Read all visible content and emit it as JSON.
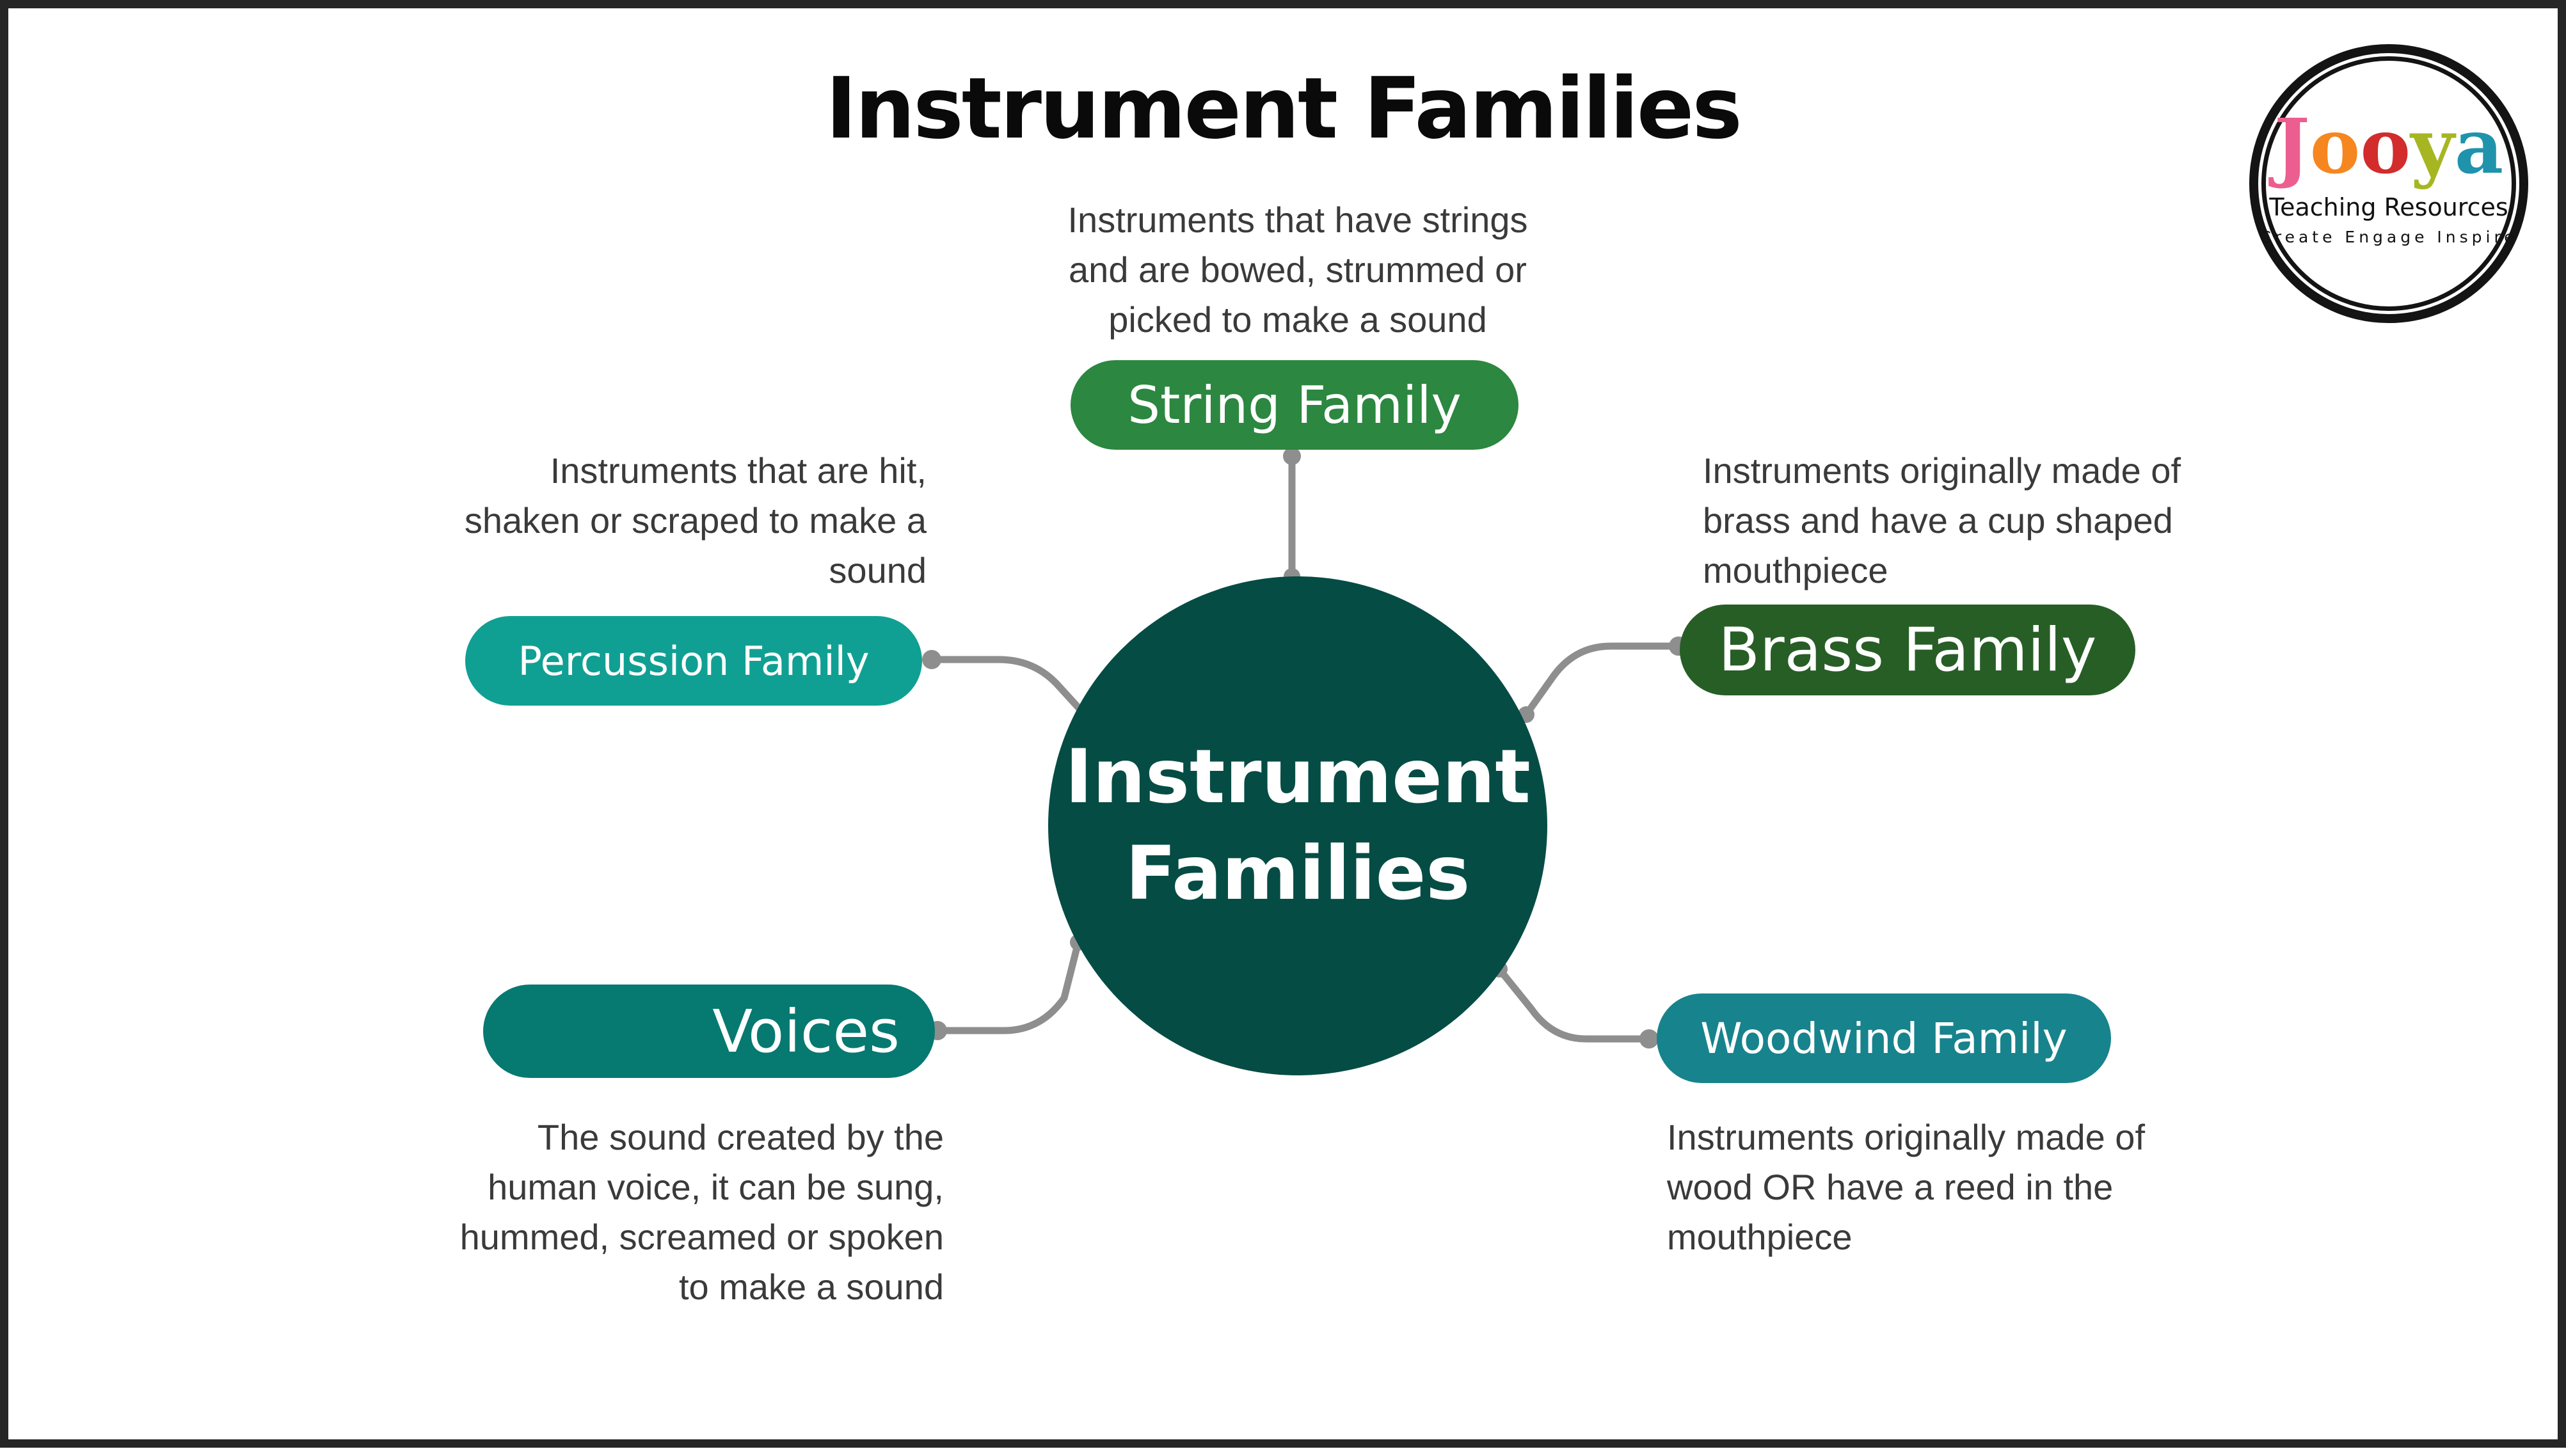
{
  "title": "Instrument Families",
  "center": {
    "line1": "Instrument",
    "line2": "Families",
    "color": "#054C44"
  },
  "connector_color": "#8E8E8E",
  "logo": {
    "letters": [
      {
        "char": "J",
        "color": "#EC5E8F"
      },
      {
        "char": "o",
        "color": "#F6861F"
      },
      {
        "char": "o",
        "color": "#D22C2C"
      },
      {
        "char": "y",
        "color": "#A6B623"
      },
      {
        "char": "a",
        "color": "#1F93AC"
      }
    ],
    "tagline1": "Teaching Resources",
    "tagline2": "Create Engage Inspire"
  },
  "nodes": [
    {
      "id": "string-family",
      "label": "String Family",
      "color": "#2C8740",
      "desc_lines": [
        "Instruments that have strings",
        "and are bowed, strummed or",
        "picked to make a sound"
      ]
    },
    {
      "id": "percussion-family",
      "label": "Percussion Family",
      "color": "#10A093",
      "desc_lines": [
        "Instruments that are hit,",
        "shaken or scraped to make a",
        "sound"
      ]
    },
    {
      "id": "brass-family",
      "label": "Brass Family",
      "color": "#275E26",
      "desc_lines": [
        "Instruments originally made of",
        "brass and have a cup shaped",
        "mouthpiece"
      ]
    },
    {
      "id": "voices",
      "label": "Voices",
      "color": "#067971",
      "desc_lines": [
        "The sound created by the",
        "human voice, it can be sung,",
        "hummed, screamed or spoken",
        "to make a sound"
      ]
    },
    {
      "id": "woodwind-family",
      "label": "Woodwind Family",
      "color": "#17838C",
      "desc_lines": [
        "Instruments originally made of",
        "wood OR have a reed in the",
        "mouthpiece"
      ]
    }
  ]
}
